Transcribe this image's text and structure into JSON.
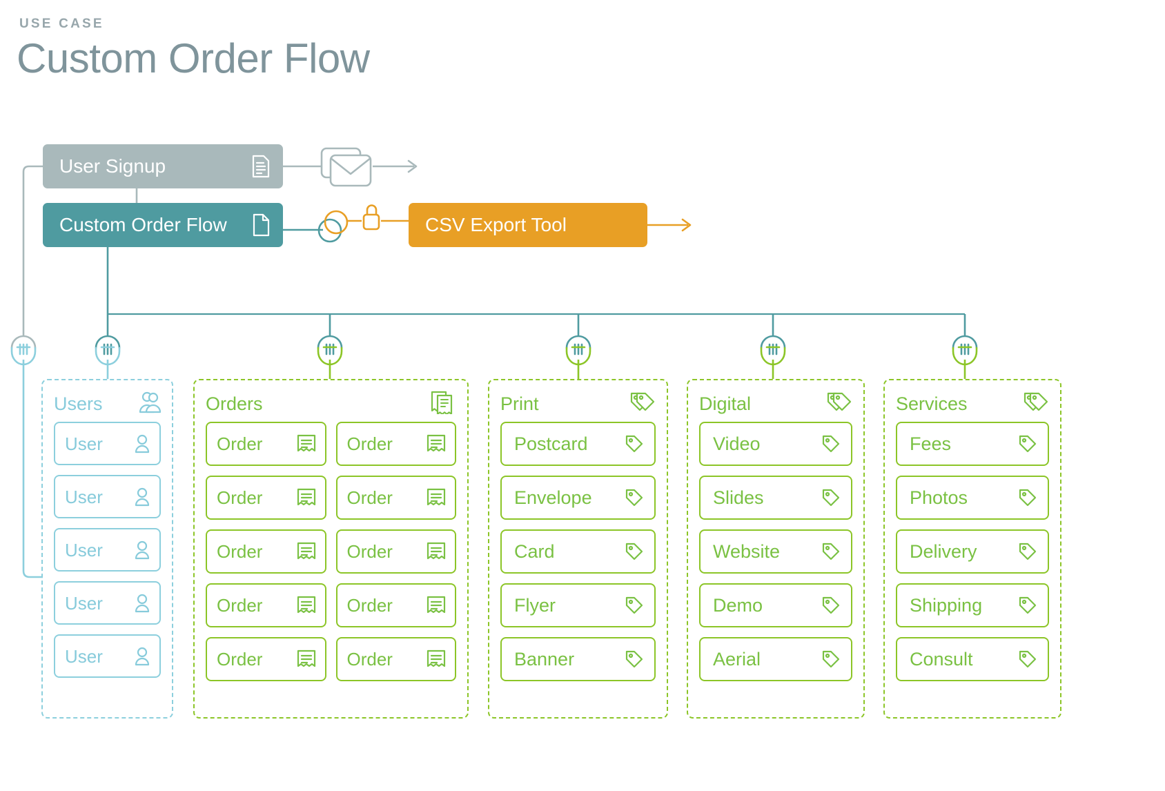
{
  "header": {
    "eyebrow": "USE CASE",
    "title": "Custom Order Flow"
  },
  "colors": {
    "gray": "#a9b9bb",
    "teal": "#4f9ba0",
    "orange": "#e89f25",
    "green": "#7ac143",
    "green_border": "#8cc527",
    "light_blue": "#87cbdb",
    "title_gray": "#7f949b"
  },
  "process_boxes": [
    {
      "id": "user-signup",
      "label": "User Signup",
      "icon": "document-lines-icon",
      "color": "#a9b9bb"
    },
    {
      "id": "custom-order",
      "label": "Custom Order Flow",
      "icon": "page-icon",
      "color": "#4f9ba0"
    },
    {
      "id": "csv-export",
      "label": "CSV Export Tool",
      "icon": "",
      "color": "#e89f25"
    }
  ],
  "flow_icons": [
    {
      "name": "stacked-envelope-icon",
      "color": "#a9b9bb"
    },
    {
      "name": "link-connector-icon",
      "color": "#e89f25"
    },
    {
      "name": "padlock-icon",
      "color": "#e89f25"
    },
    {
      "name": "arrow-right-icon",
      "color": "#a9b9bb"
    },
    {
      "name": "arrow-right-icon",
      "color": "#e89f25"
    }
  ],
  "connector_plugs": [
    {
      "name": "plug-icon",
      "top_color": "#a9b9bb",
      "bottom_color": "#87cbdb"
    },
    {
      "name": "plug-icon",
      "top_color": "#4f9ba0",
      "bottom_color": "#87cbdb"
    },
    {
      "name": "plug-icon",
      "top_color": "#4f9ba0",
      "bottom_color": "#8cc527"
    },
    {
      "name": "plug-icon",
      "top_color": "#4f9ba0",
      "bottom_color": "#8cc527"
    },
    {
      "name": "plug-icon",
      "top_color": "#4f9ba0",
      "bottom_color": "#8cc527"
    },
    {
      "name": "plug-icon",
      "top_color": "#4f9ba0",
      "bottom_color": "#8cc527"
    }
  ],
  "groups": [
    {
      "id": "users",
      "title": "Users",
      "header_icon": "users-group-icon",
      "accent": "#87cbdb",
      "columns": [
        [
          {
            "label": "User",
            "icon": "user-icon"
          },
          {
            "label": "User",
            "icon": "user-icon"
          },
          {
            "label": "User",
            "icon": "user-icon"
          },
          {
            "label": "User",
            "icon": "user-icon"
          },
          {
            "label": "User",
            "icon": "user-icon"
          }
        ]
      ]
    },
    {
      "id": "orders",
      "title": "Orders",
      "header_icon": "stacked-receipt-icon",
      "accent": "#8cc527",
      "columns": [
        [
          {
            "label": "Order",
            "icon": "receipt-icon"
          },
          {
            "label": "Order",
            "icon": "receipt-icon"
          },
          {
            "label": "Order",
            "icon": "receipt-icon"
          },
          {
            "label": "Order",
            "icon": "receipt-icon"
          },
          {
            "label": "Order",
            "icon": "receipt-icon"
          }
        ],
        [
          {
            "label": "Order",
            "icon": "receipt-icon"
          },
          {
            "label": "Order",
            "icon": "receipt-icon"
          },
          {
            "label": "Order",
            "icon": "receipt-icon"
          },
          {
            "label": "Order",
            "icon": "receipt-icon"
          },
          {
            "label": "Order",
            "icon": "receipt-icon"
          }
        ]
      ]
    },
    {
      "id": "print",
      "title": "Print",
      "header_icon": "double-tag-icon",
      "accent": "#8cc527",
      "columns": [
        [
          {
            "label": "Postcard",
            "icon": "tag-icon"
          },
          {
            "label": "Envelope",
            "icon": "tag-icon"
          },
          {
            "label": "Card",
            "icon": "tag-icon"
          },
          {
            "label": "Flyer",
            "icon": "tag-icon"
          },
          {
            "label": "Banner",
            "icon": "tag-icon"
          }
        ]
      ]
    },
    {
      "id": "digital",
      "title": "Digital",
      "header_icon": "double-tag-icon",
      "accent": "#8cc527",
      "columns": [
        [
          {
            "label": "Video",
            "icon": "tag-icon"
          },
          {
            "label": "Slides",
            "icon": "tag-icon"
          },
          {
            "label": "Website",
            "icon": "tag-icon"
          },
          {
            "label": "Demo",
            "icon": "tag-icon"
          },
          {
            "label": "Aerial",
            "icon": "tag-icon"
          }
        ]
      ]
    },
    {
      "id": "services",
      "title": "Services",
      "header_icon": "double-tag-icon",
      "accent": "#8cc527",
      "columns": [
        [
          {
            "label": "Fees",
            "icon": "tag-icon"
          },
          {
            "label": "Photos",
            "icon": "tag-icon"
          },
          {
            "label": "Delivery",
            "icon": "tag-icon"
          },
          {
            "label": "Shipping",
            "icon": "tag-icon"
          },
          {
            "label": "Consult",
            "icon": "tag-icon"
          }
        ]
      ]
    }
  ]
}
